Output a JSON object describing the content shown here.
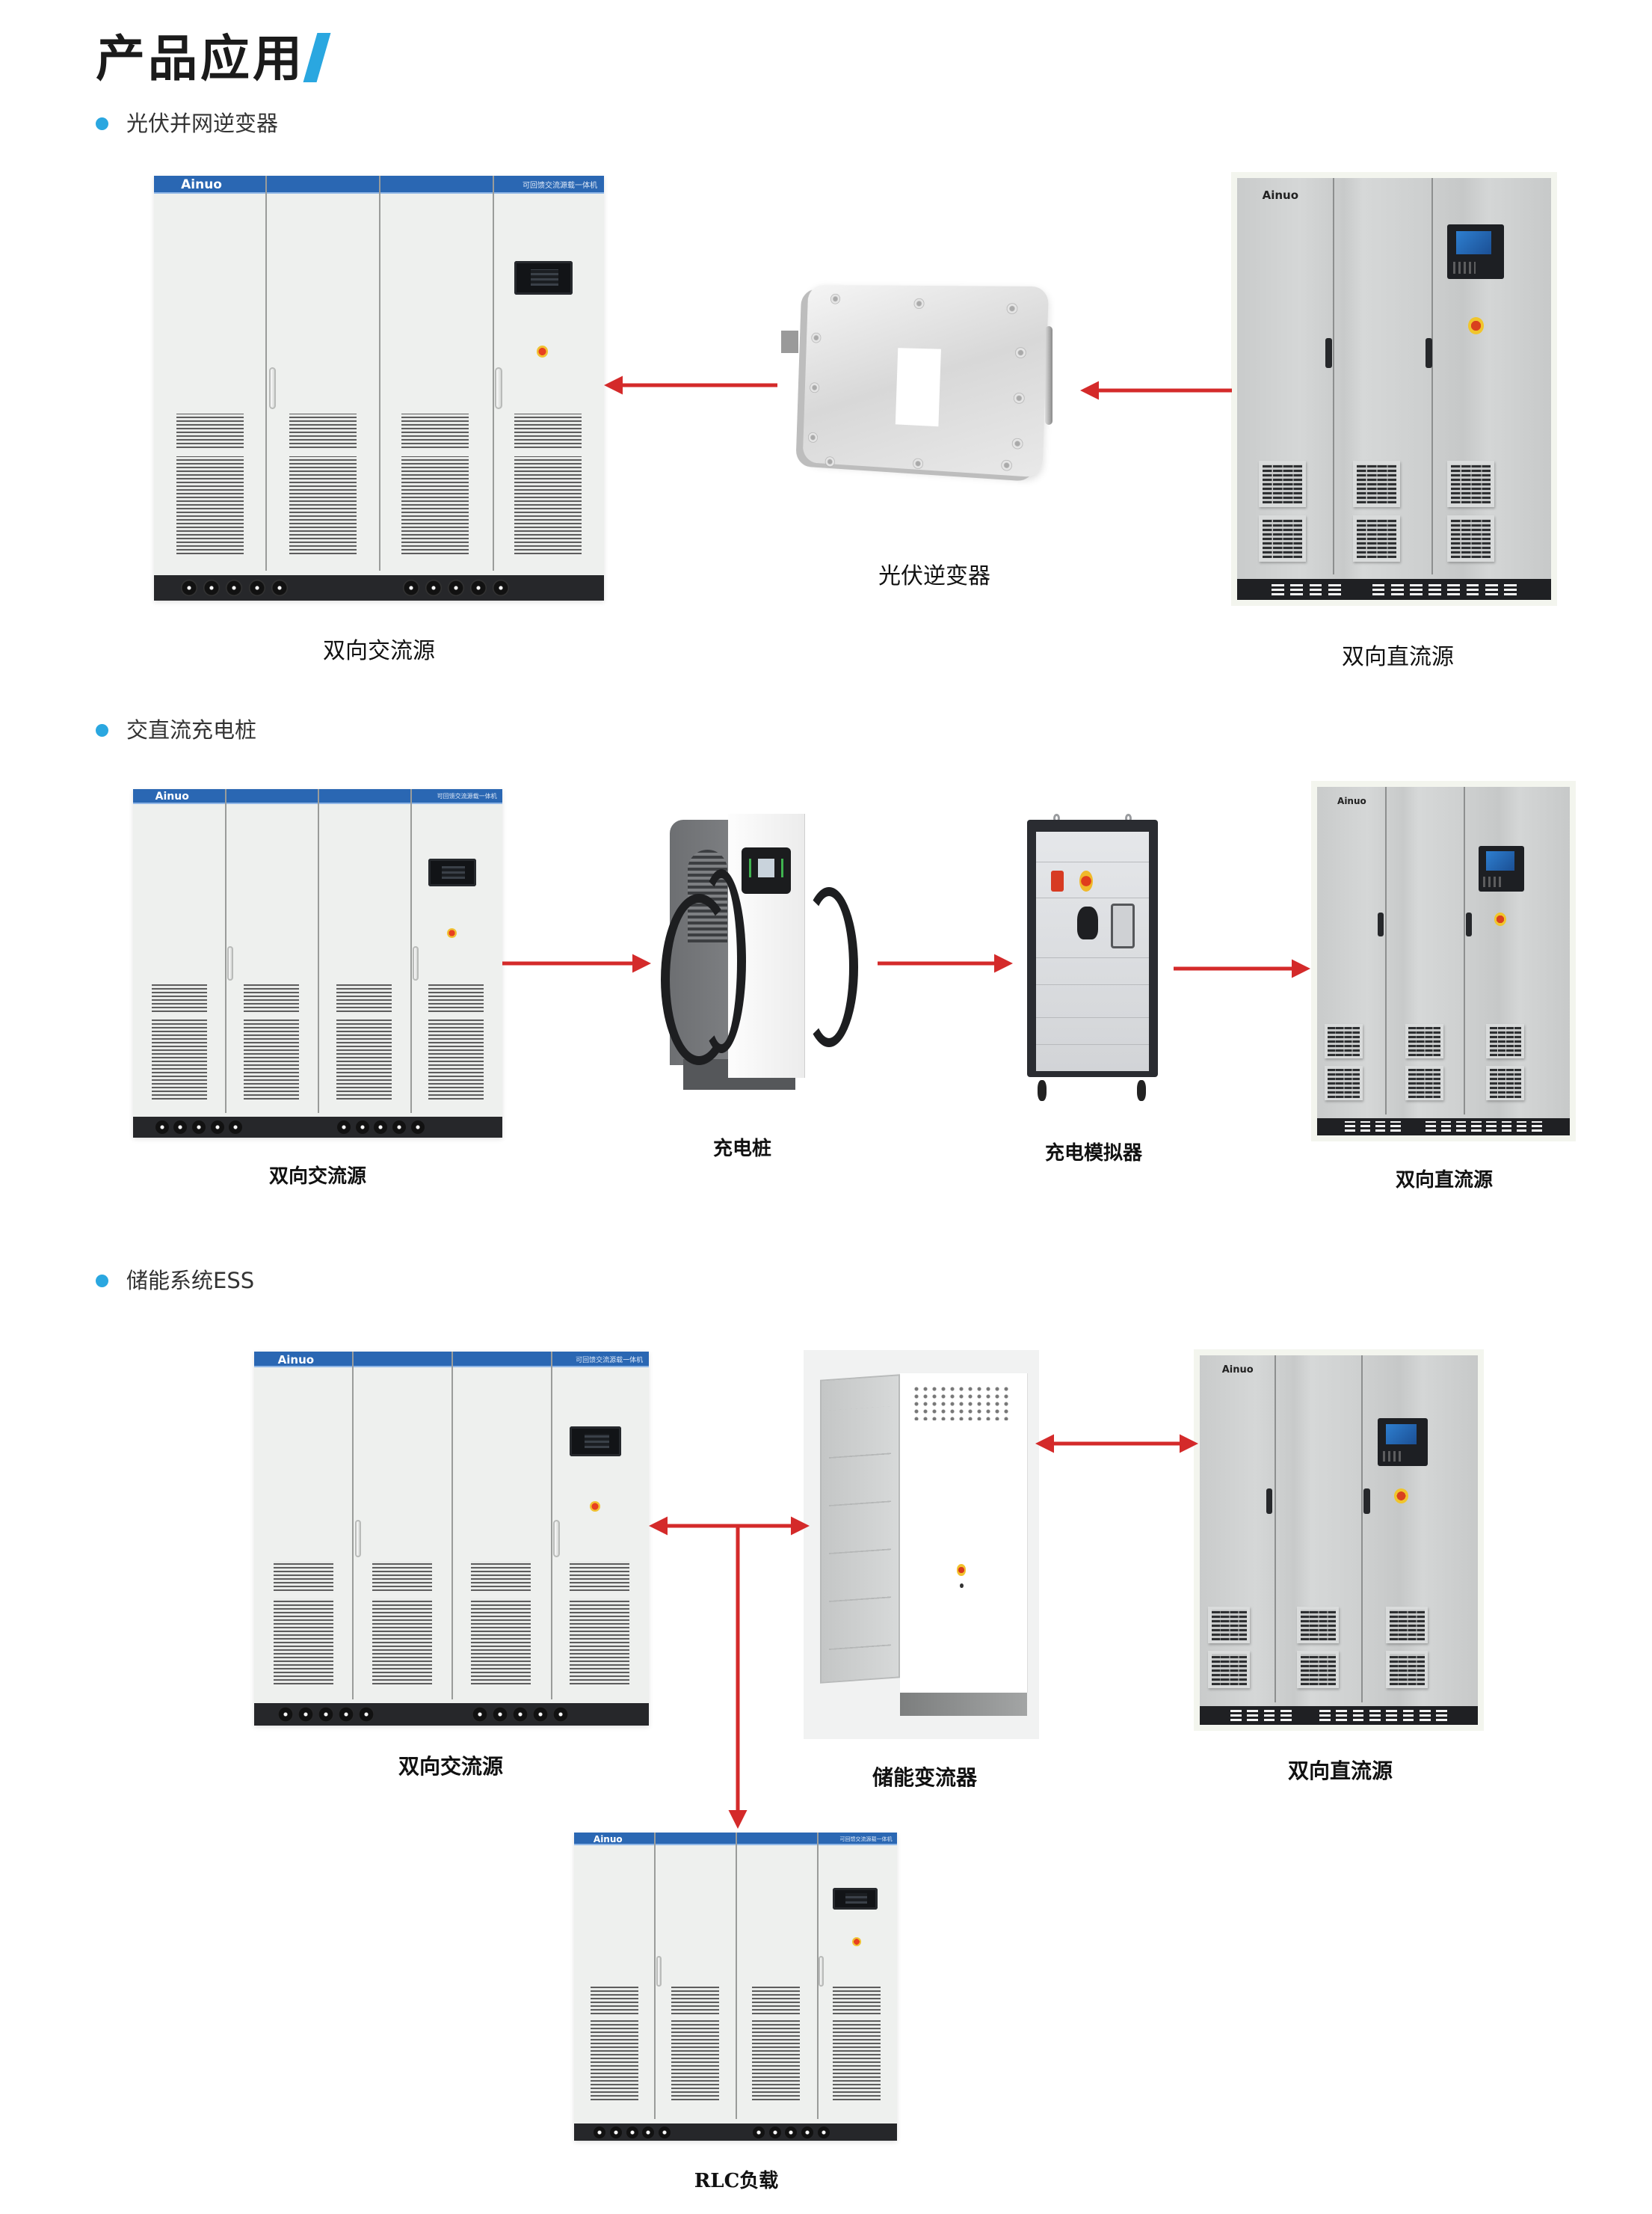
{
  "page": {
    "title": "产品应用",
    "title_slash": "/",
    "accent_color": "#2aa7e0",
    "arrow_color": "#d42a2a"
  },
  "sections": [
    {
      "heading": "光伏并网逆变器",
      "items": [
        {
          "label": "双向交流源",
          "type": "ac-cabinet",
          "brand": "Ainuo",
          "model_text": "可回馈交流源载一体机"
        },
        {
          "label": "光伏逆变器",
          "type": "pv-inverter"
        },
        {
          "label": "双向直流源",
          "type": "dc-cabinet",
          "brand": "Ainuo"
        }
      ],
      "flows": [
        "双向直流源 → 光伏逆变器",
        "光伏逆变器 → 双向交流源"
      ]
    },
    {
      "heading": "交直流充电桩",
      "items": [
        {
          "label": "双向交流源",
          "type": "ac-cabinet",
          "brand": "Ainuo",
          "model_text": "可回馈交流源载一体机"
        },
        {
          "label": "充电桩",
          "type": "ev-charger"
        },
        {
          "label": "充电模拟器",
          "type": "charging-simulator"
        },
        {
          "label": "双向直流源",
          "type": "dc-cabinet",
          "brand": "Ainuo"
        }
      ],
      "flows": [
        "双向交流源 → 充电桩",
        "充电桩 → 充电模拟器",
        "充电模拟器 → 双向直流源"
      ]
    },
    {
      "heading": "储能系统ESS",
      "items": [
        {
          "label": "双向交流源",
          "type": "ac-cabinet",
          "brand": "Ainuo",
          "model_text": "可回馈交流源载一体机"
        },
        {
          "label": "储能变流器",
          "type": "storage-converter"
        },
        {
          "label": "双向直流源",
          "type": "dc-cabinet",
          "brand": "Ainuo"
        },
        {
          "label": "RLC负载",
          "type": "ac-cabinet",
          "brand": "Ainuo",
          "model_text": "可回馈交流源载一体机"
        }
      ],
      "flows": [
        "双向交流源 ↔ 储能变流器",
        "储能变流器 ↔ 双向直流源",
        "junction → RLC负载"
      ]
    }
  ]
}
